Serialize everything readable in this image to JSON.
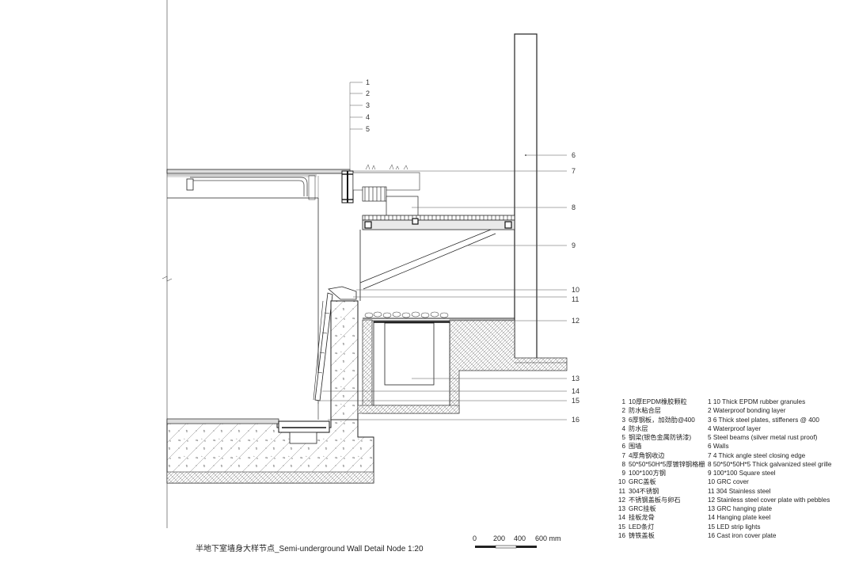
{
  "title": "半地下室墙身大样节点_Semi-underground Wall Detail Node  1:20",
  "scale_bar": {
    "labels": [
      "0",
      "200",
      "400",
      "600 mm"
    ]
  },
  "callouts": [
    "1",
    "2",
    "3",
    "4",
    "5",
    "6",
    "7",
    "8",
    "9",
    "10",
    "11",
    "12",
    "13",
    "14",
    "15",
    "16"
  ],
  "legend": [
    {
      "n": "1",
      "cn": "10厚EPDM橡胶颗粒",
      "en": "1 10 Thick EPDM rubber granules"
    },
    {
      "n": "2",
      "cn": "防水粘合层",
      "en": "2 Waterproof bonding layer"
    },
    {
      "n": "3",
      "cn": "6厚钢板，加劲肋@400",
      "en": "3 6 Thick steel plates, stiffeners @ 400"
    },
    {
      "n": "4",
      "cn": "防水层",
      "en": "4 Waterproof layer"
    },
    {
      "n": "5",
      "cn": "钢梁(银色金属防锈漆)",
      "en": "5 Steel beams (silver metal rust proof)"
    },
    {
      "n": "6",
      "cn": "围墙",
      "en": "6 Walls"
    },
    {
      "n": "7",
      "cn": "4厚角钢收边",
      "en": "7 4 Thick angle steel closing edge"
    },
    {
      "n": "8",
      "cn": "50*50*50H*5厚镀锌钢格栅",
      "en": "8 50*50*50H*5 Thick galvanized steel grille"
    },
    {
      "n": "9",
      "cn": "100*100方钢",
      "en": "9 100*100 Square steel"
    },
    {
      "n": "10",
      "cn": "GRC盖板",
      "en": "10 GRC cover"
    },
    {
      "n": "11",
      "cn": "304不锈钢",
      "en": "11 304 Stainless steel"
    },
    {
      "n": "12",
      "cn": "不锈钢盖板与卵石",
      "en": "12 Stainless steel cover plate with pebbles"
    },
    {
      "n": "13",
      "cn": "GRC挂板",
      "en": "13 GRC hanging plate"
    },
    {
      "n": "14",
      "cn": "挂板龙骨",
      "en": "14 Hanging plate keel"
    },
    {
      "n": "15",
      "cn": "LED条灯",
      "en": "15 LED strip lights"
    },
    {
      "n": "16",
      "cn": "铸铁盖板",
      "en": "16 Cast iron cover plate"
    }
  ]
}
